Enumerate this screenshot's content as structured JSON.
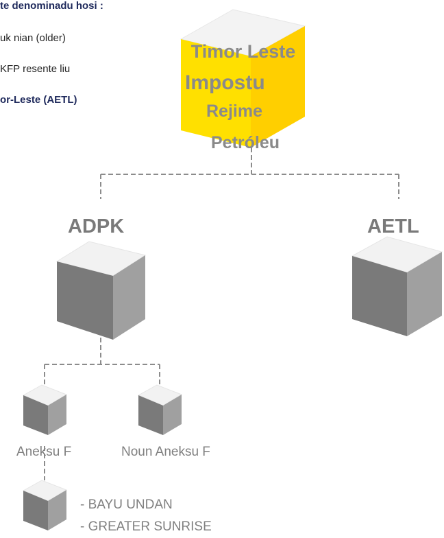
{
  "intro": {
    "line1": "te denominadu hosi :",
    "line2": "uk nian (older)",
    "line3": "KFP resente liu",
    "line4": "or-Leste (AETL)"
  },
  "root": {
    "line1": "Timor Leste",
    "line2": "Impostu",
    "line3": "Rejime",
    "line4": "Petróleu"
  },
  "nodes": {
    "adpk": "ADPK",
    "aetl": "AETL",
    "aneksu_f": "Aneksu F",
    "noun_aneksu_f": "Noun Aneksu F"
  },
  "fields": {
    "bayu_undan": "- BAYU UNDAN",
    "greater_sunrise": "- GREATER SUNRISE"
  },
  "colors": {
    "root_fill": "#ffe000",
    "cube_top": "#f2f2f2",
    "cube_left": "#7a7a7a",
    "cube_right": "#a0a0a0",
    "connector": "#8c8c8c"
  }
}
